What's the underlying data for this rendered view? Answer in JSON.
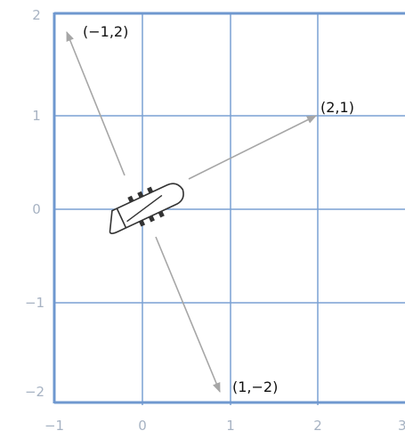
{
  "axes": {
    "x_ticks": [
      "−1",
      "0",
      "1",
      "2",
      "3"
    ],
    "y_ticks": [
      "2",
      "1",
      "0",
      "−1",
      "−2"
    ],
    "x_range": [
      -1,
      3
    ],
    "y_range": [
      -2,
      2
    ],
    "grid": true
  },
  "vectors": [
    {
      "tip": [
        -1,
        2
      ],
      "label": "(−1,2)"
    },
    {
      "tip": [
        2,
        1
      ],
      "label": "(2,1)"
    },
    {
      "tip": [
        1,
        -2
      ],
      "label": "(1,−2)"
    }
  ],
  "colors": {
    "frame": "#6f98cf",
    "grid": "#7aa1d4",
    "arrow": "#a6a6a6",
    "tick_text": "#a7b3c3",
    "label_text": "#111111",
    "ship": "#333333"
  }
}
